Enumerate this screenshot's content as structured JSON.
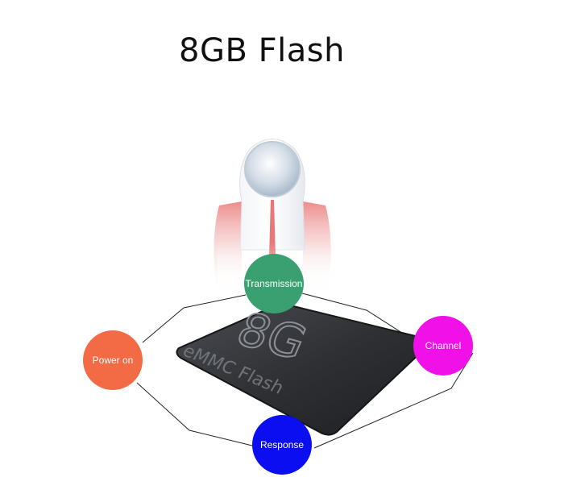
{
  "title": "8GB Flash",
  "chip": {
    "big_label": "8G",
    "sub_label": "eMMC Flash"
  },
  "features": [
    {
      "label": "Transmission",
      "color": "#3aa071"
    },
    {
      "label": "Power on",
      "color": "#f26b45"
    },
    {
      "label": "Channel",
      "color": "#f010e8"
    },
    {
      "label": "Response",
      "color": "#0b0ef0"
    }
  ],
  "icons": {
    "rocket": "rocket-icon"
  }
}
